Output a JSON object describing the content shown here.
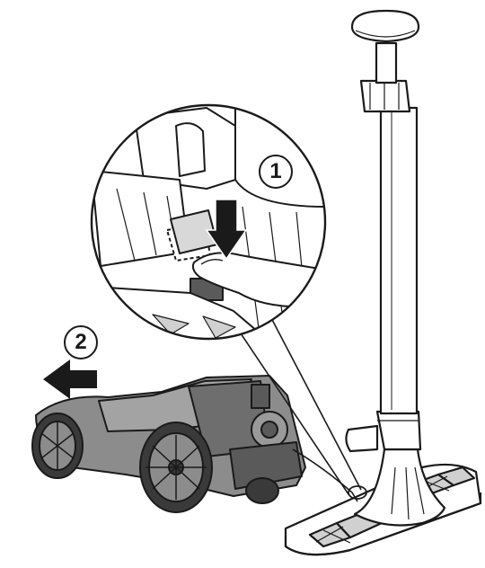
{
  "steps": [
    {
      "number": "1",
      "action": "press-down-on-clip"
    },
    {
      "number": "2",
      "action": "pull-cleaner-away"
    }
  ],
  "colors": {
    "outline": "#1a1a1a",
    "cleaner_body": "#8c8c8c",
    "cleaner_dark": "#5a5a5a",
    "tire": "#3a3a3a",
    "caddy": "#ffffff",
    "base_hatch": "#d0d0d0",
    "arrow": "#1a1a1a"
  },
  "icons": {
    "step1_arrow": "arrow-down-icon",
    "step2_arrow": "arrow-left-icon"
  }
}
